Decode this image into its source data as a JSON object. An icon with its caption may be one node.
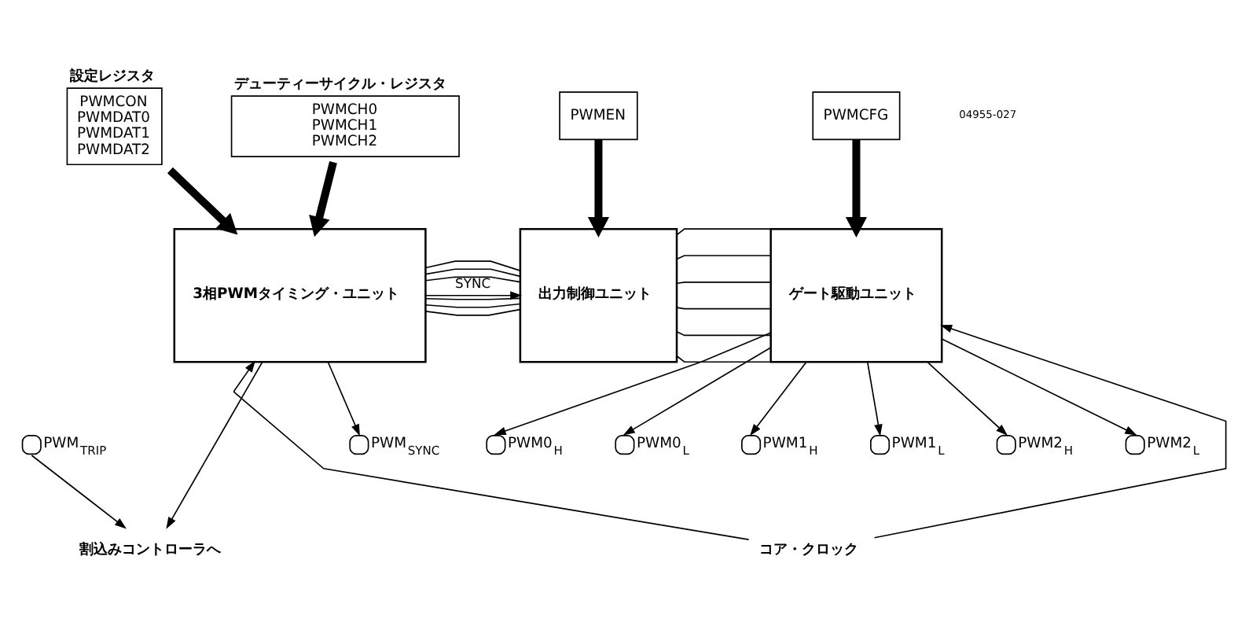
{
  "diagram": {
    "nodes": [
      {
        "text": [
          "設定レジスタ",
          "PWMCON PWMDAT0 PWMDAT1 PWMDAT2"
        ]
      },
      {
        "text": [
          "デューティーサイクル・レジスタ",
          "PWMCH0 PWMCH1 PWMCH2"
        ]
      },
      {
        "text": [
          "PWMEN"
        ]
      },
      {
        "text": [
          "PWMCFG"
        ]
      },
      {
        "text": [
          "3相PWMタイミング・ユニット"
        ]
      },
      {
        "text": [
          "出力制御ユニット"
        ]
      },
      {
        "text": [
          "ゲート駆動ユニット"
        ]
      },
      {
        "text": [],
        "shape": "circle",
        "beside": [
          "PWM0$_{H}$"
        ]
      },
      {
        "text": [],
        "shape": "circle",
        "beside": [
          "PWM0$_{L}$"
        ]
      },
      {
        "text": [],
        "shape": "circle",
        "beside": [
          "PWM1$_{H}$"
        ]
      },
      {
        "text": [],
        "shape": "circle",
        "beside": [
          "PWM1$_{L}$"
        ]
      },
      {
        "text": [],
        "shape": "circle",
        "beside": [
          "PWM2$_{H}$"
        ]
      },
      {
        "text": [],
        "shape": "circle",
        "beside": [
          "PWM2$_{L}$"
        ]
      },
      {
        "text": [
          "コア・クロック"
        ]
      },
      {
        "text": [
          "割込みコントローラへ"
        ]
      },
      {
        "text": [],
        "shape": "circle",
        "beside": [
          "PWM$_{SYNC}$"
        ]
      },
      {
        "text": [],
        "shape": "circle",
        "beside": [
          "PWM$_{TRIP}$"
        ]
      }
    ],
    "edges": [
      {
        "from": 0,
        "to": 4,
        "arrow": "to",
        "style": "thick"
      },
      {
        "from": 1,
        "to": 4,
        "arrow": "to",
        "style": "thick"
      },
      {
        "from": 2,
        "to": 5,
        "arrow": "to",
        "style": "thick"
      },
      {
        "from": 3,
        "to": 6,
        "arrow": "to",
        "style": "thick"
      },
      {
        "from": 4,
        "to": 5,
        "arrow": "none"
      },
      {
        "from": 4,
        "to": 5,
        "arrow": "none"
      },
      {
        "from": 4,
        "to": 5,
        "arrow": "none"
      },
      {
        "from": 4,
        "to": 5,
        "arrow": "none"
      },
      {
        "from": 4,
        "to": 5,
        "arrow": "none"
      },
      {
        "from": 4,
        "to": 5,
        "arrow": "none"
      },
      {
        "from": 5,
        "to": 6,
        "arrow": "none"
      },
      {
        "from": 5,
        "to": 6,
        "arrow": "none"
      },
      {
        "from": 5,
        "to": 6,
        "arrow": "none"
      },
      {
        "from": 5,
        "to": 6,
        "arrow": "none"
      },
      {
        "from": 5,
        "to": 6,
        "arrow": "none"
      },
      {
        "from": 5,
        "to": 6,
        "arrow": "none"
      },
      {
        "from": 6,
        "to": 7,
        "arrow": "to"
      },
      {
        "from": 6,
        "to": 8,
        "arrow": "to"
      },
      {
        "from": 6,
        "to": 9,
        "arrow": "to"
      },
      {
        "from": 6,
        "to": 10,
        "arrow": "to"
      },
      {
        "from": 6,
        "to": 11,
        "arrow": "to"
      },
      {
        "from": 6,
        "to": 12,
        "arrow": "to"
      },
      {
        "from": 13,
        "to": 4,
        "arrow": "to"
      },
      {
        "from": 13,
        "to": 6,
        "arrow": "to"
      },
      {
        "from": 4,
        "to": 5,
        "arrow": "to",
        "label": "SYNC"
      },
      {
        "from": 4,
        "to": 14,
        "arrow": "to"
      },
      {
        "from": 4,
        "to": 15,
        "arrow": "to"
      },
      {
        "from": 16,
        "to": 14,
        "arrow": "to"
      }
    ],
    "labels": [
      "04955-027"
    ]
  }
}
